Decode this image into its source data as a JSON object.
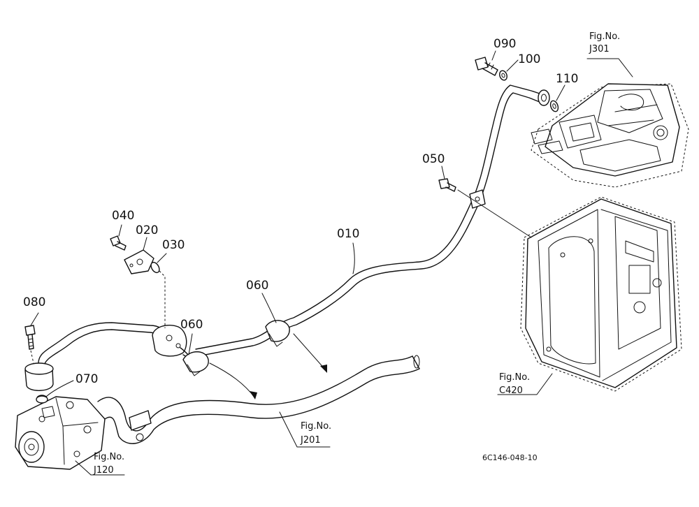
{
  "parts": {
    "p010": "010",
    "p020": "020",
    "p030": "030",
    "p040": "040",
    "p050": "050",
    "p060a": "060",
    "p060b": "060",
    "p070": "070",
    "p080": "080",
    "p090": "090",
    "p100": "100",
    "p110": "110"
  },
  "figures": {
    "j301": {
      "caption": "Fig.No.",
      "code": "J301"
    },
    "c420": {
      "caption": "Fig.No.",
      "code": "C420"
    },
    "j201": {
      "caption": "Fig.No.",
      "code": "J201"
    },
    "j120": {
      "caption": "Fig.No.",
      "code": "J120"
    }
  },
  "drawing_code": "6C146-048-10"
}
